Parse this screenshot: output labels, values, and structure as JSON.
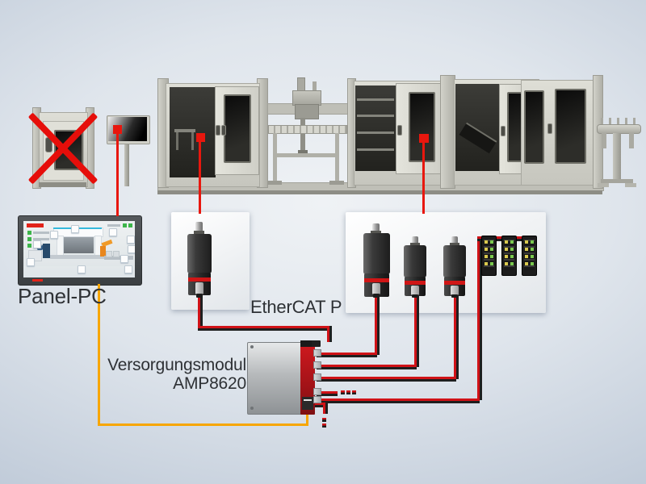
{
  "labels": {
    "panel_pc": "Panel-PC",
    "ethercat_p": "EtherCAT P",
    "supply_module_line1": "Versorgungsmodul",
    "supply_module_line2": "AMP8620"
  },
  "colors": {
    "highlight_red": "#e8170e",
    "cable_red": "#d01217",
    "cable_shadow_black": "#1f1f1f",
    "cable_orange": "#f7a600",
    "machine_gray": "#d7d7cf",
    "motor_dark": "#2b2b2b",
    "background_blue_gray": "#bfcad8"
  },
  "icons": {
    "crossed_out_cabinet": "red-x-over-control-cabinet",
    "hotspot_marker": "red-square-marker",
    "continuation_dots": "ellipsis-dots"
  },
  "scene": {
    "hotspot_count": 3,
    "single_servo_motors": 1,
    "grouped_servo_motors": 3,
    "io_modules": 3,
    "supply_module_outputs_shown": 5
  }
}
